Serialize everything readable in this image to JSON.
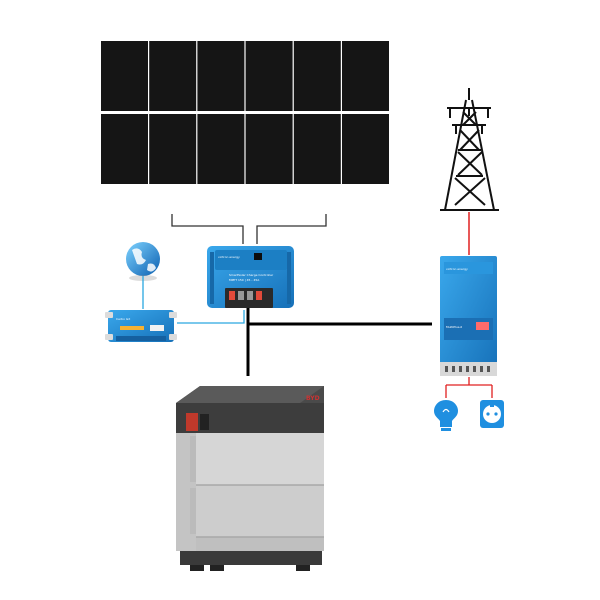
{
  "diagram": {
    "solar_array": {
      "rows": 2,
      "columns": 6,
      "panel_color": "#151515"
    },
    "charge_controller": {
      "brand": "victron energy",
      "model_line1": "SmartSolar Charge Controller",
      "model_line2": "MPPT 150 | 45 - 45A",
      "color": "#1f8fd6"
    },
    "gx_device": {
      "label": "Cerbo GX",
      "color": "#2a8fd4"
    },
    "inverter": {
      "brand": "victron energy",
      "model": "MultiPlus-II",
      "color": "#1e7ec8"
    },
    "battery": {
      "brand": "BYD",
      "top_color": "#4a4a4a",
      "module_color": "#d6d6d6"
    },
    "loads": [
      {
        "icon": "light-bulb-icon"
      },
      {
        "icon": "power-socket-icon"
      }
    ],
    "wire_colors": {
      "dc": "#000000",
      "ac": "#e02020",
      "comm": "#2aa7e0",
      "pv": "#333333"
    }
  }
}
